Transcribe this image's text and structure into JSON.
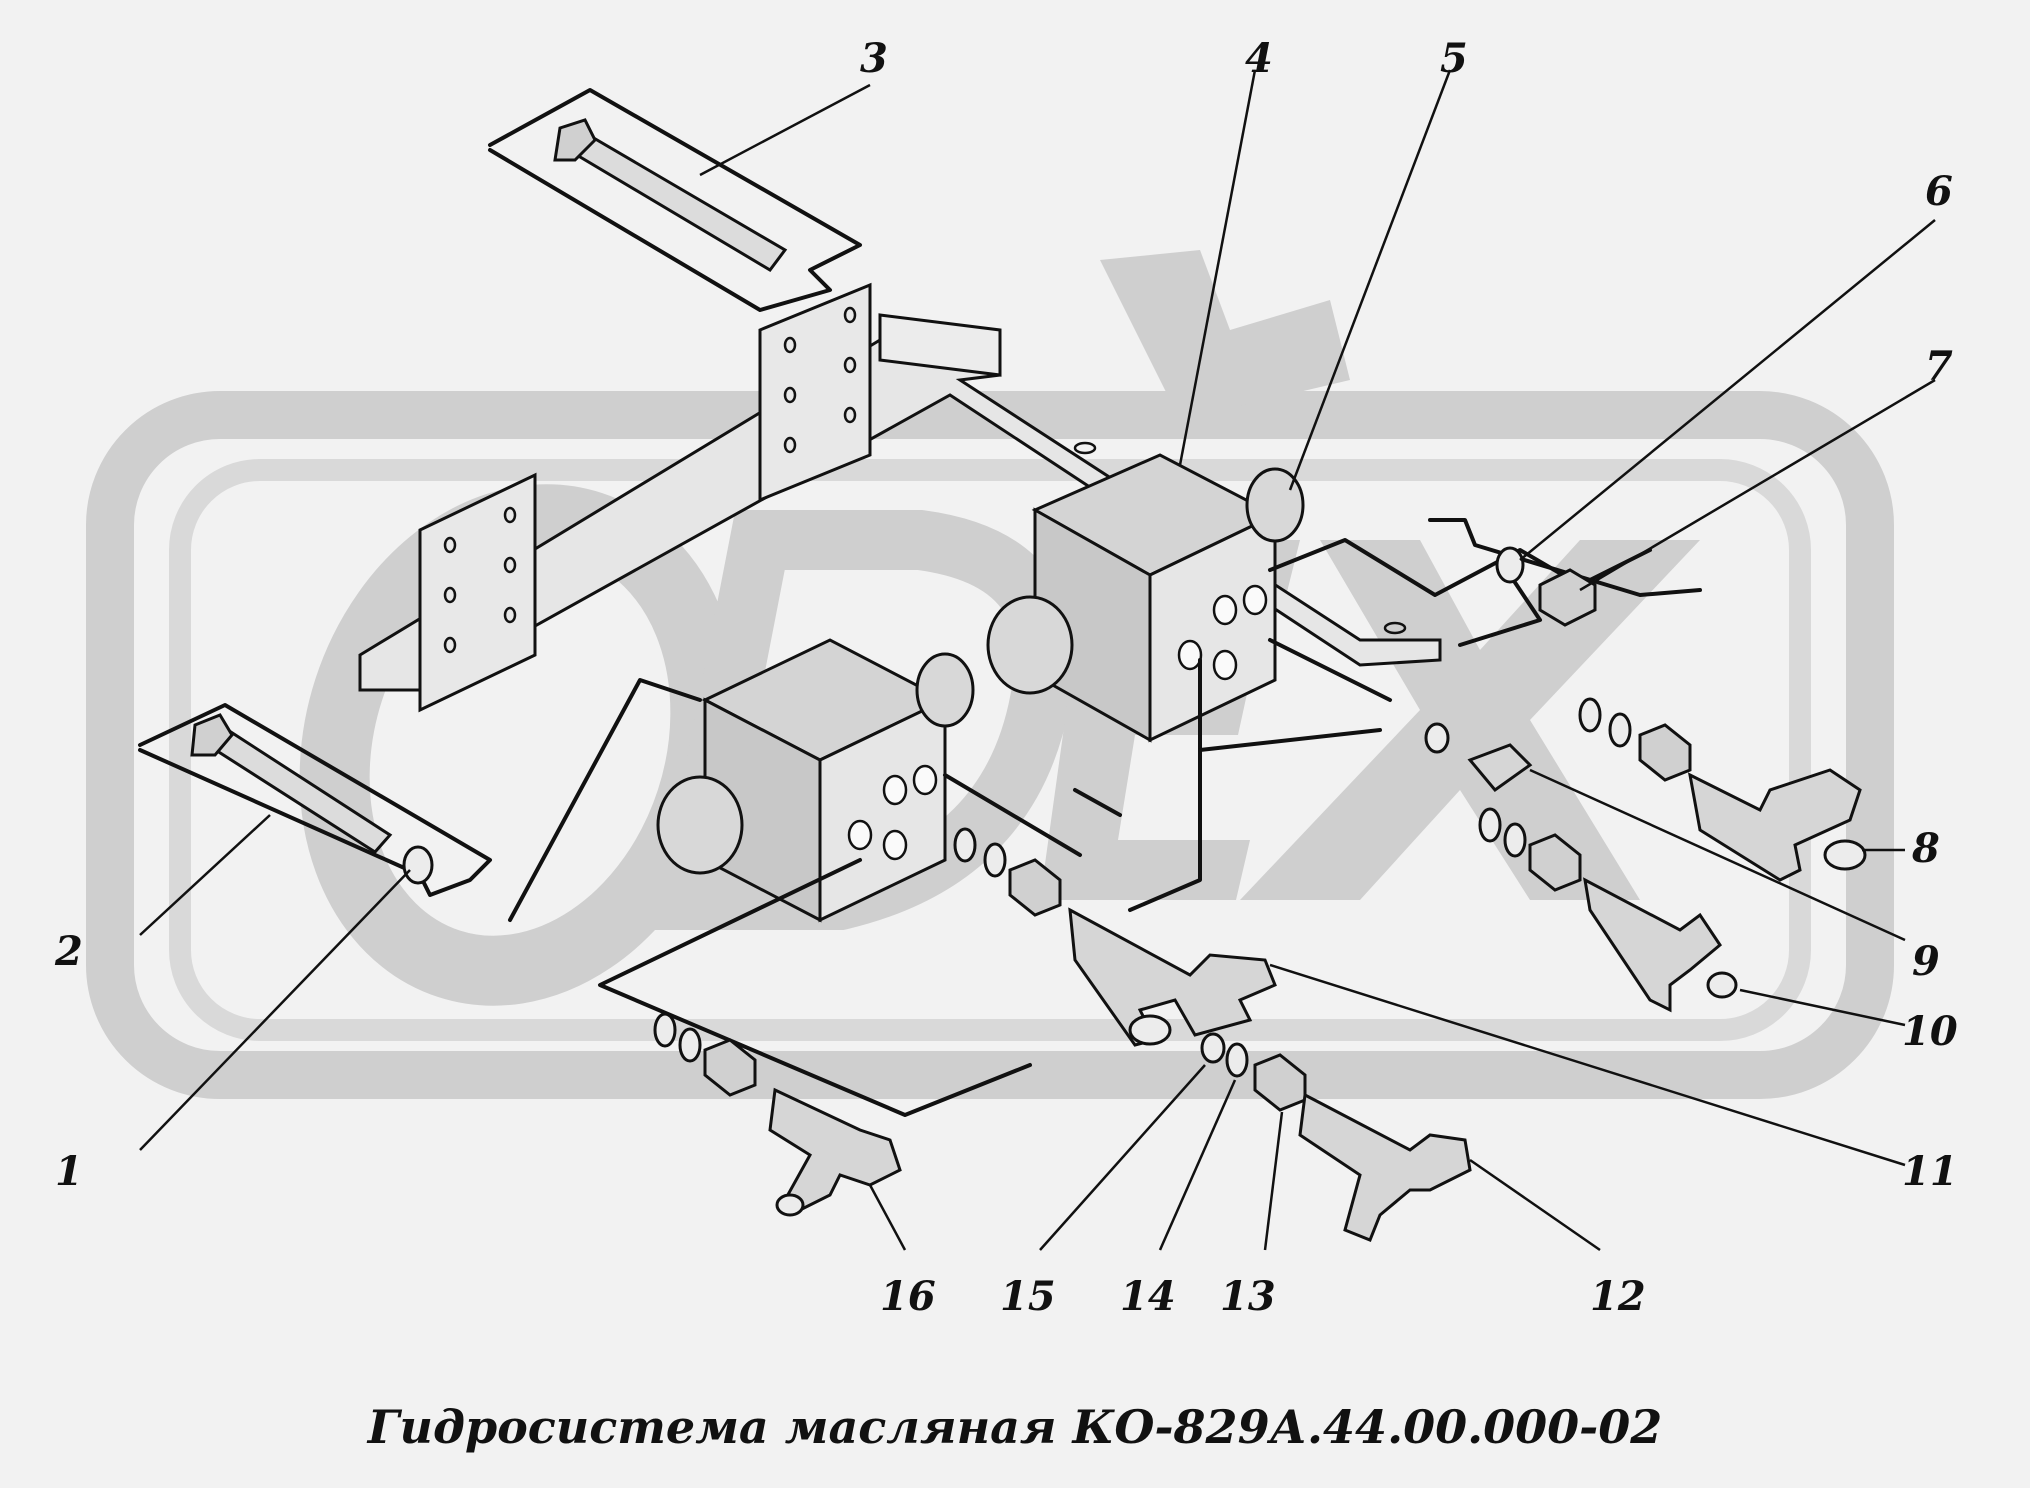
{
  "caption": "Гидросистема масляная КО-829А.44.00.000-02",
  "watermark": "ODEX",
  "callouts": [
    {
      "n": "1"
    },
    {
      "n": "2"
    },
    {
      "n": "3"
    },
    {
      "n": "4"
    },
    {
      "n": "5"
    },
    {
      "n": "6"
    },
    {
      "n": "7"
    },
    {
      "n": "8"
    },
    {
      "n": "9"
    },
    {
      "n": "10"
    },
    {
      "n": "11"
    },
    {
      "n": "12"
    },
    {
      "n": "13"
    },
    {
      "n": "14"
    },
    {
      "n": "15"
    },
    {
      "n": "16"
    }
  ],
  "colors": {
    "background": "#f2f2f2",
    "watermark": "#cfcfcf",
    "ink": "#111111",
    "part_fill": "#dcdcdc"
  }
}
